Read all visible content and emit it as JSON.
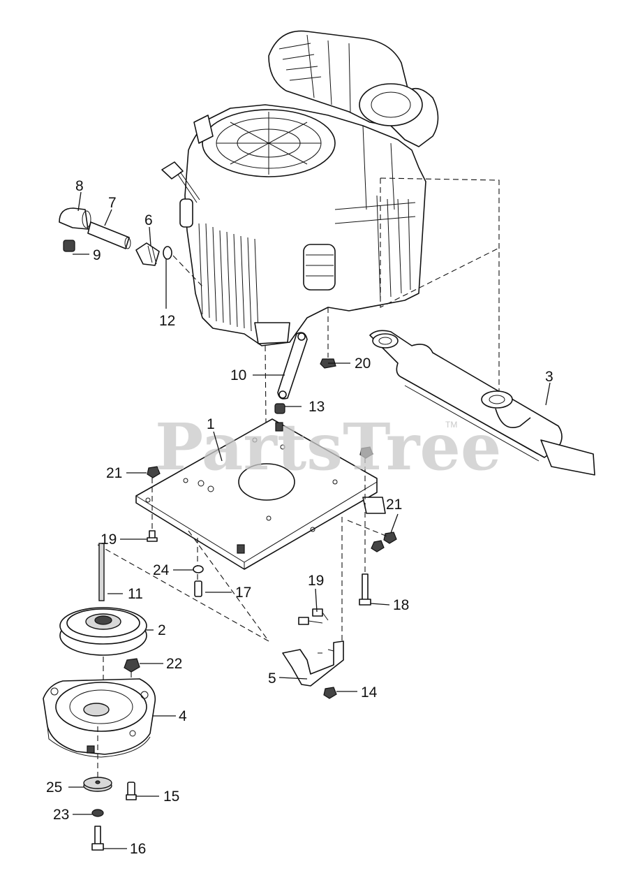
{
  "watermark": {
    "text": "PartsTree",
    "tm": "TM"
  },
  "callouts": [
    "1",
    "2",
    "3",
    "4",
    "5",
    "6",
    "7",
    "8",
    "9",
    "10",
    "11",
    "12",
    "13",
    "14",
    "15",
    "16",
    "17",
    "18",
    "19",
    "19",
    "20",
    "21",
    "21",
    "22",
    "23",
    "24",
    "25"
  ]
}
